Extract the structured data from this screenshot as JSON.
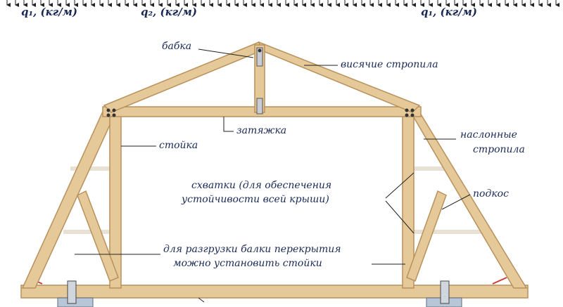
{
  "loads": {
    "q1_left": "q₁, (кг/м)",
    "q2": "q₂, (кг/м)",
    "q1_right": "q₁, (кг/м)"
  },
  "labels": {
    "babka": "бабка",
    "hanging_rafters": "висячие стропила",
    "tie": "затяжка",
    "post": "стойка",
    "layered_rafters_1": "наслонные",
    "layered_rafters_2": "стропила",
    "braces_line1": "схватки (для обеспечения",
    "braces_line2": "устойчивости всей крыши)",
    "strut": "подкос",
    "note_line1": "для разгрузки балки перекрытия",
    "note_line2": "можно установить стойки"
  },
  "colors": {
    "wood": "#e6c999",
    "wood_edge": "#b8915c",
    "text": "#1a2a55",
    "ink": "#222222",
    "accent_red": "#d23a3a"
  }
}
